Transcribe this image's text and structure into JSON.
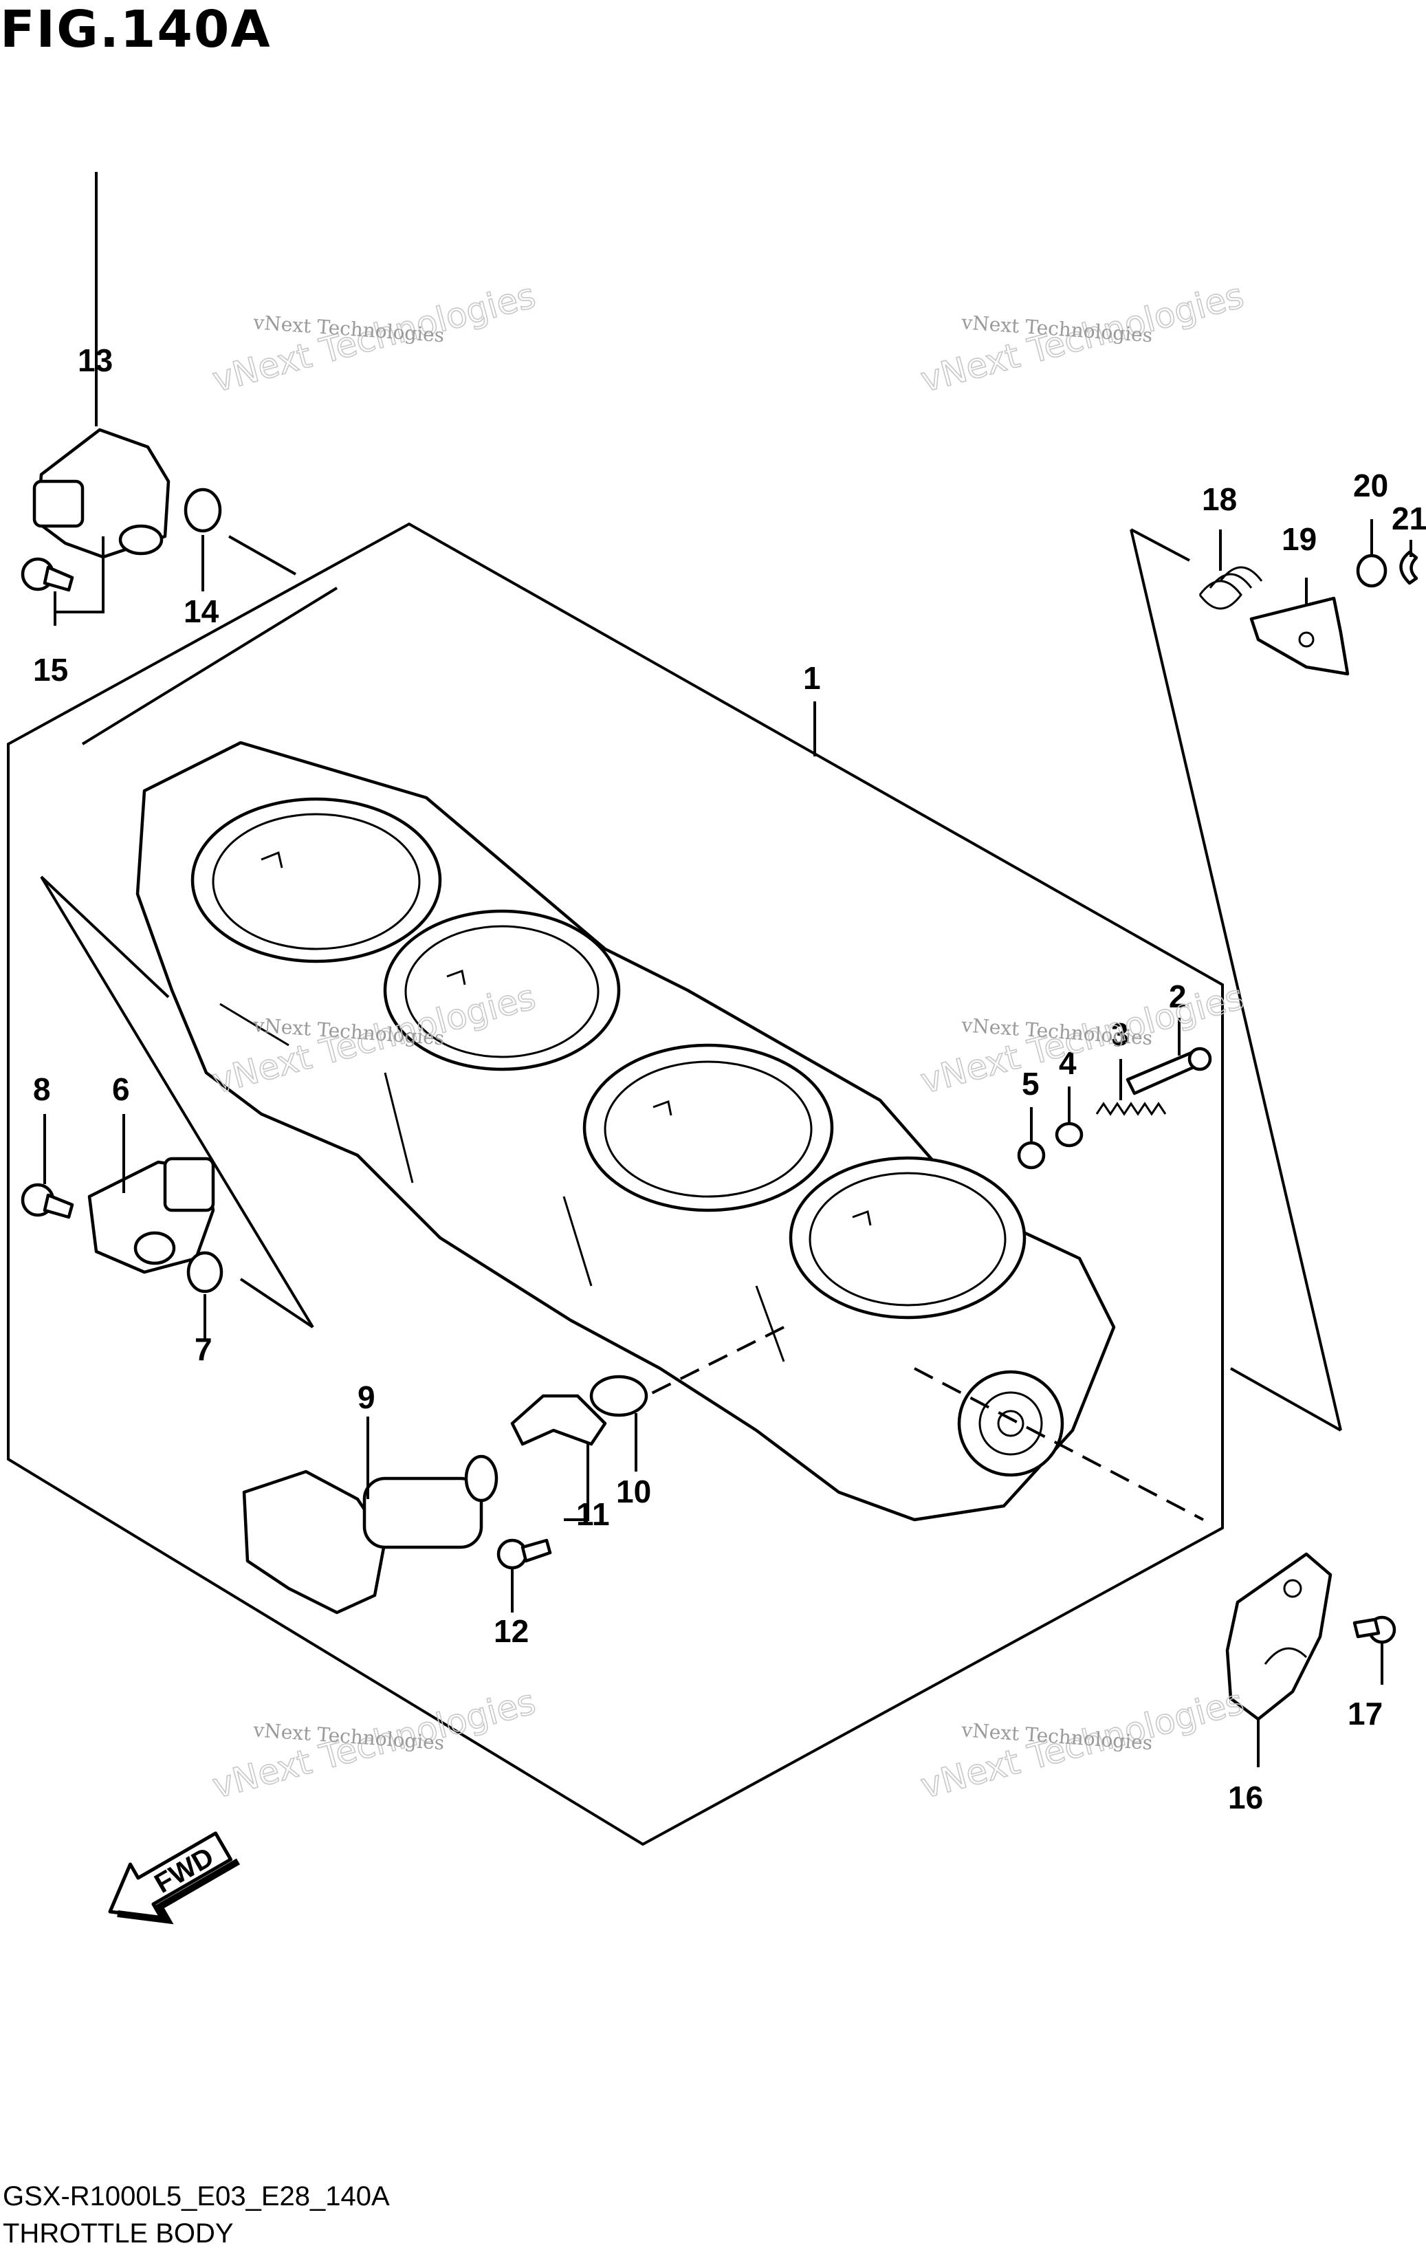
{
  "figure": {
    "title": "FIG.140A",
    "model_code": "GSX-R1000L5_E03_E28_140A",
    "caption": "THROTTLE BODY"
  },
  "watermark": {
    "small_text": "vNext Technologies",
    "large_text": "vNext Technologies"
  },
  "fwd_arrow": {
    "label": "FWD"
  },
  "callouts": [
    "1",
    "2",
    "3",
    "4",
    "5",
    "6",
    "7",
    "8",
    "9",
    "10",
    "11",
    "12",
    "13",
    "14",
    "15",
    "16",
    "17",
    "18",
    "19",
    "20",
    "21"
  ]
}
